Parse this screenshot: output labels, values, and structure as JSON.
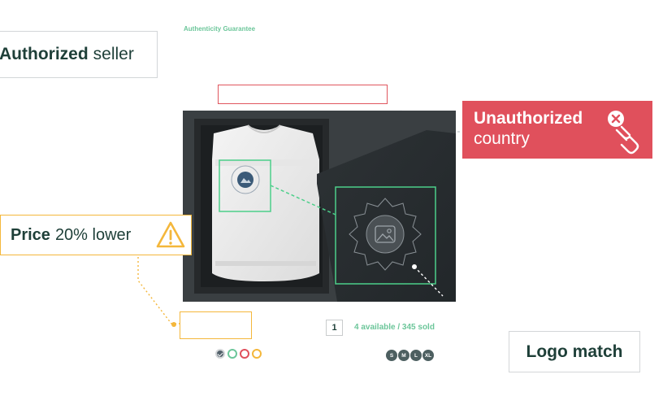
{
  "header": {
    "guarantee_label": "Authenticity Guarantee"
  },
  "callouts": {
    "authorized": {
      "bold": "Authorized",
      "rest": "seller"
    },
    "unauthorized": {
      "line1": "Unauthorized",
      "line2": "country",
      "icon": "broken-link-icon"
    },
    "price": {
      "bold": "Price",
      "rest": "20% lower",
      "icon": "warning-triangle-icon"
    },
    "logo_match": "Logo match"
  },
  "listing": {
    "quantity": "1",
    "availability": "4 available / 345 sold",
    "swatches": [
      {
        "name": "grey",
        "color": "#53616b",
        "selected": true
      },
      {
        "name": "green",
        "color": "#6cc69a",
        "selected": false
      },
      {
        "name": "red",
        "color": "#e0505c",
        "selected": false
      },
      {
        "name": "yellow",
        "color": "#f4b73b",
        "selected": false
      }
    ],
    "sizes": [
      "S",
      "M",
      "L",
      "XL"
    ]
  },
  "colors": {
    "green": "#6cc69a",
    "red": "#e0505c",
    "yellow": "#f4b73b",
    "dark": "#1e3f38"
  }
}
